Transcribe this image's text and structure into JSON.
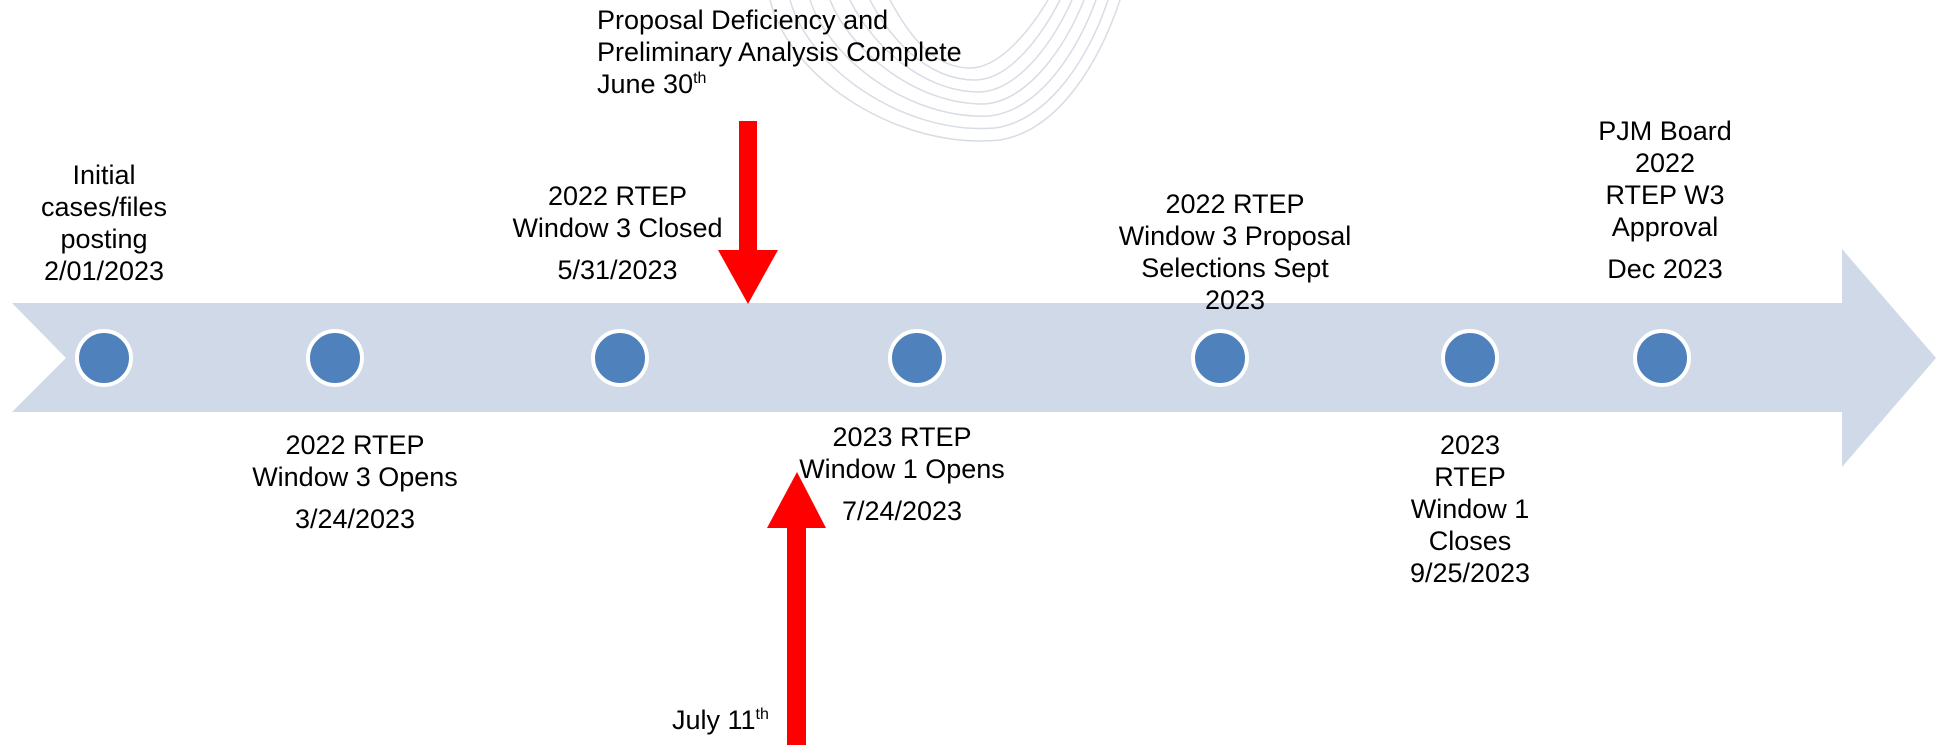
{
  "colors": {
    "band": "#d0d9e8",
    "dot": "#4f81bd",
    "dot_border": "#ffffff",
    "arrow": "#ff0000",
    "swirl": "#d8dce4"
  },
  "events_top": [
    {
      "lines": [
        "Initial",
        "cases/files",
        "posting",
        "2/01/2023"
      ],
      "date": ""
    },
    {
      "lines": [
        "2022 RTEP",
        "Window 3 Closed"
      ],
      "date": "5/31/2023"
    },
    {
      "lines": [
        "2022 RTEP",
        "Window 3 Proposal",
        "Selections Sept",
        "2023"
      ],
      "date": ""
    },
    {
      "lines": [
        "PJM Board",
        "2022",
        "RTEP W3",
        "Approval"
      ],
      "date": "Dec 2023"
    }
  ],
  "events_bottom": [
    {
      "lines": [
        "2022 RTEP",
        "Window 3 Opens"
      ],
      "date": "3/24/2023"
    },
    {
      "lines": [
        "2023 RTEP",
        "Window 1 Opens"
      ],
      "date": "7/24/2023"
    },
    {
      "lines": [
        "2023",
        "RTEP",
        "Window 1",
        "Closes",
        "9/25/2023"
      ],
      "date": ""
    }
  ],
  "callout_top": {
    "lines": [
      "Proposal Deficiency and",
      "Preliminary Analysis Complete"
    ],
    "last_main": "June 30",
    "last_sup": "th"
  },
  "callout_bottom": {
    "main": "July 11",
    "sup": "th"
  }
}
